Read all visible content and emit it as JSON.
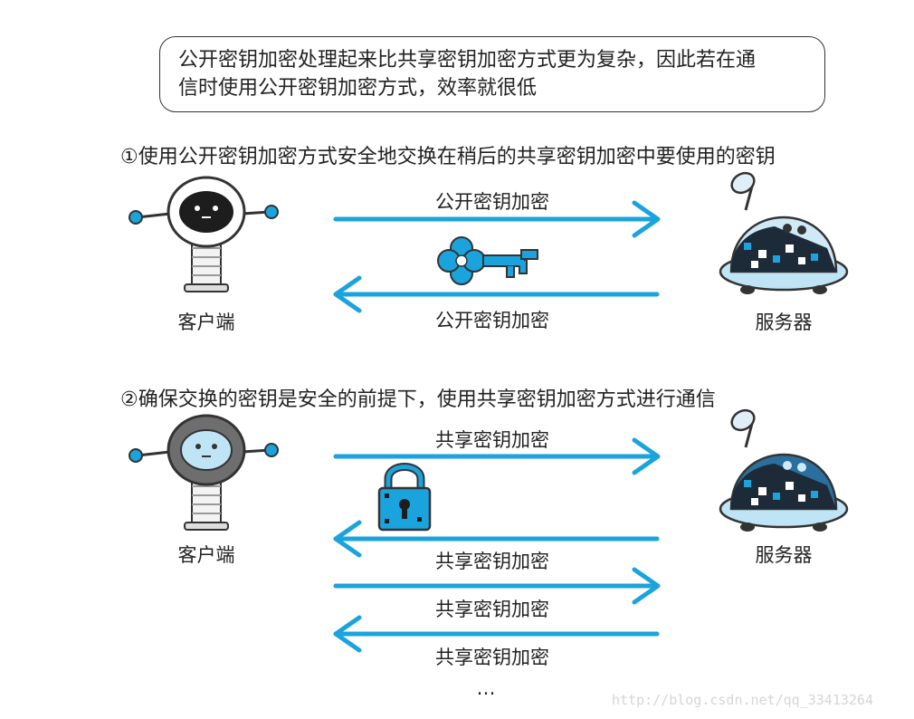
{
  "note": {
    "line1": "公开密钥加密处理起来比共享密钥加密方式更为复杂，因此若在通",
    "line2": "信时使用公开密钥加密方式，效率就很低"
  },
  "step1": {
    "title": "①使用公开密钥加密方式安全地交换在稍后的共享密钥加密中要使用的密钥",
    "client_label": "客户端",
    "server_label": "服务器",
    "arrow_labels": [
      "公开密钥加密",
      "公开密钥加密"
    ]
  },
  "step2": {
    "title": "②确保交换的密钥是安全的前提下，使用共享密钥加密方式进行通信",
    "client_label": "客户端",
    "server_label": "服务器",
    "arrow_labels": [
      "共享密钥加密",
      "共享密钥加密",
      "共享密钥加密",
      "共享密钥加密"
    ],
    "ellipsis": "…"
  },
  "watermark": "http://blog.csdn.net/qq_33413264",
  "colors": {
    "arrow": "#1aa3dc",
    "server_body": "#2a6f9e",
    "robot_face": "#1d1d1d"
  },
  "icons": [
    "client-robot-icon",
    "server-robot-icon",
    "key-icon",
    "padlock-icon"
  ]
}
